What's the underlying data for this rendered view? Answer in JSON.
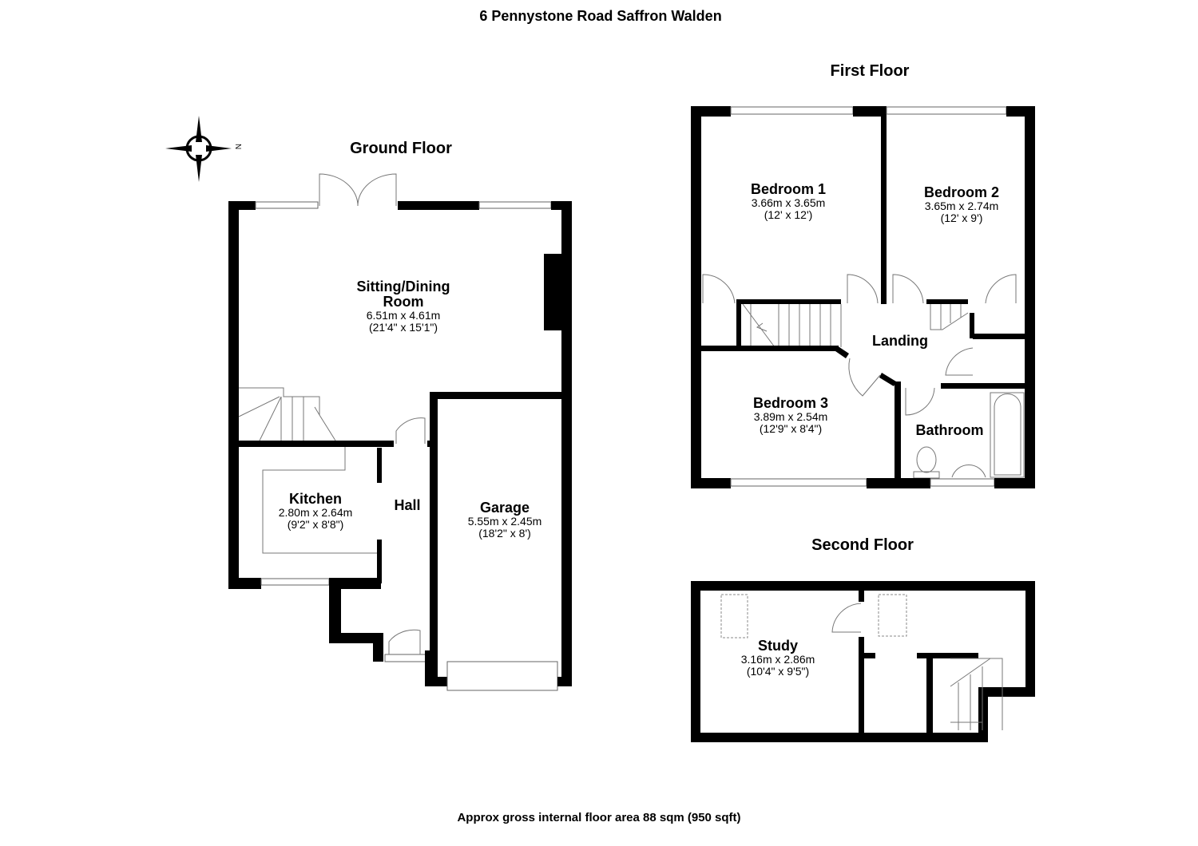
{
  "title": "6 Pennystone Road Saffron Walden",
  "footer": "Approx gross internal floor area 88 sqm (950 sqft)",
  "compass": {
    "label": "N"
  },
  "floors": {
    "ground": {
      "heading": "Ground Floor",
      "rooms": [
        {
          "name": "Sitting/Dining Room",
          "name_line1": "Sitting/Dining",
          "name_line2": "Room",
          "metric": "6.51m x 4.61m",
          "imperial": "(21'4\" x 15'1\")"
        },
        {
          "name": "Kitchen",
          "metric": "2.80m x 2.64m",
          "imperial": "(9'2\" x 8'8\")"
        },
        {
          "name": "Hall"
        },
        {
          "name": "Garage",
          "metric": "5.55m x 2.45m",
          "imperial": "(18'2\" x 8')"
        }
      ]
    },
    "first": {
      "heading": "First Floor",
      "rooms": [
        {
          "name": "Bedroom 1",
          "metric": "3.66m x 3.65m",
          "imperial": "(12' x 12')"
        },
        {
          "name": "Bedroom 2",
          "metric": "3.65m x 2.74m",
          "imperial": "(12' x 9')"
        },
        {
          "name": "Landing"
        },
        {
          "name": "Bedroom 3",
          "metric": "3.89m x 2.54m",
          "imperial": "(12'9\" x 8'4\")"
        },
        {
          "name": "Bathroom"
        }
      ]
    },
    "second": {
      "heading": "Second Floor",
      "rooms": [
        {
          "name": "Study",
          "metric": "3.16m x 2.86m",
          "imperial": "(10'4\" x 9'5\")"
        }
      ]
    }
  }
}
